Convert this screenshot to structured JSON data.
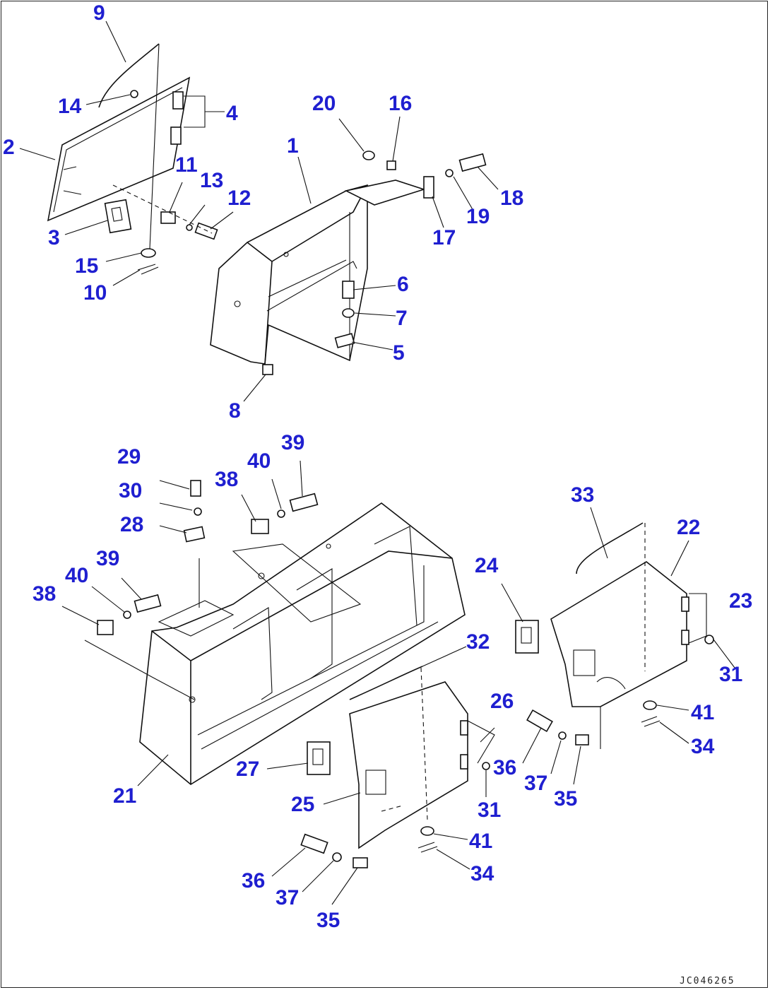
{
  "diagram": {
    "drawing_code": "JC046265",
    "callouts": [
      {
        "id": "c9",
        "text": "9"
      },
      {
        "id": "c14",
        "text": "14"
      },
      {
        "id": "c4",
        "text": "4"
      },
      {
        "id": "c2",
        "text": "2"
      },
      {
        "id": "c11",
        "text": "11"
      },
      {
        "id": "c13",
        "text": "13"
      },
      {
        "id": "c12",
        "text": "12"
      },
      {
        "id": "c3",
        "text": "3"
      },
      {
        "id": "c15",
        "text": "15"
      },
      {
        "id": "c10",
        "text": "10"
      },
      {
        "id": "c20",
        "text": "20"
      },
      {
        "id": "c16",
        "text": "16"
      },
      {
        "id": "c1",
        "text": "1"
      },
      {
        "id": "c18",
        "text": "18"
      },
      {
        "id": "c19",
        "text": "19"
      },
      {
        "id": "c17",
        "text": "17"
      },
      {
        "id": "c6",
        "text": "6"
      },
      {
        "id": "c7",
        "text": "7"
      },
      {
        "id": "c5",
        "text": "5"
      },
      {
        "id": "c8",
        "text": "8"
      },
      {
        "id": "c29",
        "text": "29"
      },
      {
        "id": "c39a",
        "text": "39"
      },
      {
        "id": "c40a",
        "text": "40"
      },
      {
        "id": "c38a",
        "text": "38"
      },
      {
        "id": "c30",
        "text": "30"
      },
      {
        "id": "c28",
        "text": "28"
      },
      {
        "id": "c39b",
        "text": "39"
      },
      {
        "id": "c40b",
        "text": "40"
      },
      {
        "id": "c38b",
        "text": "38"
      },
      {
        "id": "c33",
        "text": "33"
      },
      {
        "id": "c22",
        "text": "22"
      },
      {
        "id": "c24",
        "text": "24"
      },
      {
        "id": "c23",
        "text": "23"
      },
      {
        "id": "c31a",
        "text": "31"
      },
      {
        "id": "c32",
        "text": "32"
      },
      {
        "id": "c26",
        "text": "26"
      },
      {
        "id": "c41a",
        "text": "41"
      },
      {
        "id": "c34a",
        "text": "34"
      },
      {
        "id": "c36a",
        "text": "36"
      },
      {
        "id": "c37a",
        "text": "37"
      },
      {
        "id": "c35a",
        "text": "35"
      },
      {
        "id": "c27",
        "text": "27"
      },
      {
        "id": "c31b",
        "text": "31"
      },
      {
        "id": "c21",
        "text": "21"
      },
      {
        "id": "c25",
        "text": "25"
      },
      {
        "id": "c41b",
        "text": "41"
      },
      {
        "id": "c34b",
        "text": "34"
      },
      {
        "id": "c36b",
        "text": "36"
      },
      {
        "id": "c37b",
        "text": "37"
      },
      {
        "id": "c35b",
        "text": "35"
      }
    ]
  }
}
